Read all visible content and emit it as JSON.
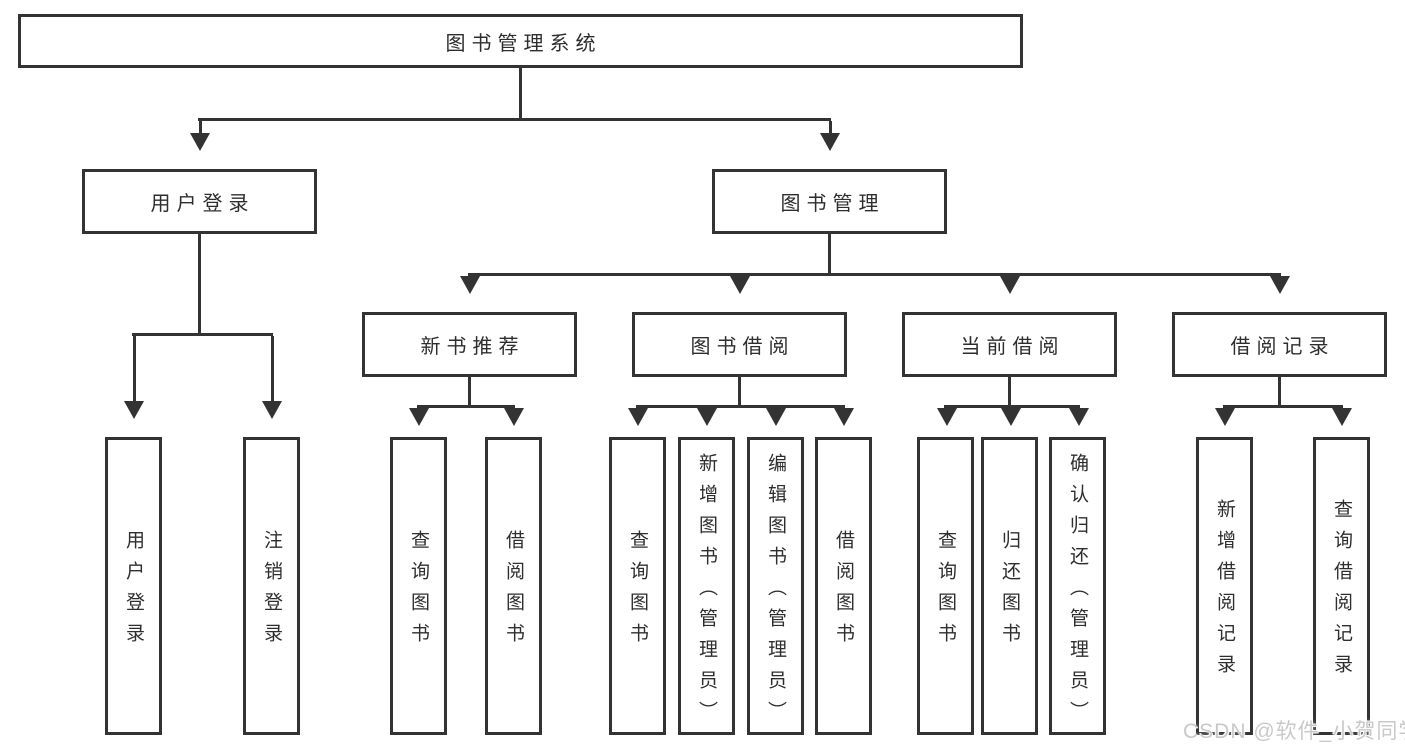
{
  "diagram": {
    "type": "tree",
    "root": {
      "label": "图书管理系统",
      "children": [
        {
          "label": "用户登录",
          "children": [
            {
              "label": "用户登录"
            },
            {
              "label": "注销登录"
            }
          ]
        },
        {
          "label": "图书管理",
          "children": [
            {
              "label": "新书推荐",
              "children": [
                {
                  "label": "查询图书"
                },
                {
                  "label": "借阅图书"
                }
              ]
            },
            {
              "label": "图书借阅",
              "children": [
                {
                  "label": "查询图书"
                },
                {
                  "label": "新增图书（管理员）"
                },
                {
                  "label": "编辑图书（管理员）"
                },
                {
                  "label": "借阅图书"
                }
              ]
            },
            {
              "label": "当前借阅",
              "children": [
                {
                  "label": "查询图书"
                },
                {
                  "label": "归还图书"
                },
                {
                  "label": "确认归还（管理员）"
                }
              ]
            },
            {
              "label": "借阅记录",
              "children": [
                {
                  "label": "新增借阅记录"
                },
                {
                  "label": "查询借阅记录"
                }
              ]
            }
          ]
        }
      ]
    }
  },
  "watermark": {
    "text": "CSDN @软件_小贺同学"
  },
  "colors": {
    "line": "#333333",
    "text": "#2e2e2e",
    "background": "#ffffff",
    "watermark": "#c9c9c9"
  }
}
